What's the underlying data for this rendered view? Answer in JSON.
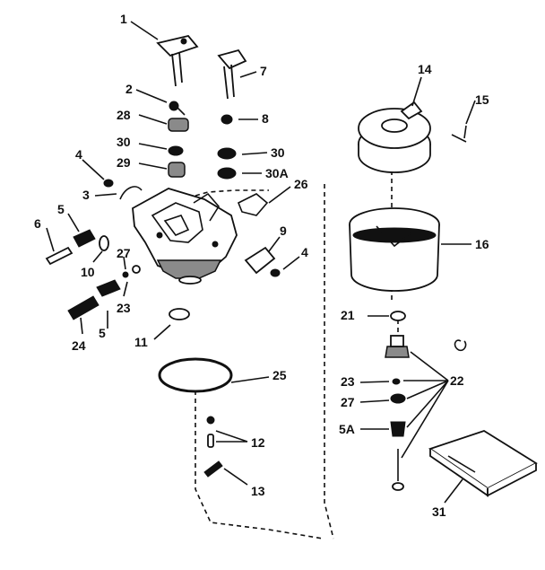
{
  "labels": {
    "l1": "1",
    "l2": "2",
    "l28": "28",
    "l30a": "30",
    "l29": "29",
    "l4a": "4",
    "l3": "3",
    "l5a": "5",
    "l6": "6",
    "l10": "10",
    "l27a": "27",
    "l23a": "23",
    "l24": "24",
    "l5b": "5",
    "l11": "11",
    "l7": "7",
    "l8": "8",
    "l30b": "30",
    "l30A": "30A",
    "l26": "26",
    "l9": "9",
    "l4b": "4",
    "l25": "25",
    "l12": "12",
    "l13": "13",
    "l14": "14",
    "l15": "15",
    "l16": "16",
    "l21": "21",
    "l22": "22",
    "l23b": "23",
    "l27b": "27",
    "l5A": "5A",
    "l31": "31"
  }
}
